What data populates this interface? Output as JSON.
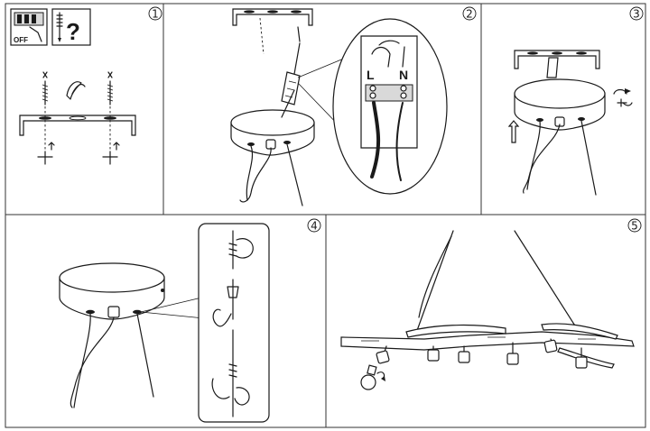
{
  "steps": {
    "s1": "1",
    "s2": "2",
    "s3": "3",
    "s4": "4",
    "s5": "5"
  },
  "step1": {
    "switch_label": "OFF",
    "help_symbol": "?"
  },
  "step2": {
    "terminal_live": "L",
    "terminal_neutral": "N"
  }
}
